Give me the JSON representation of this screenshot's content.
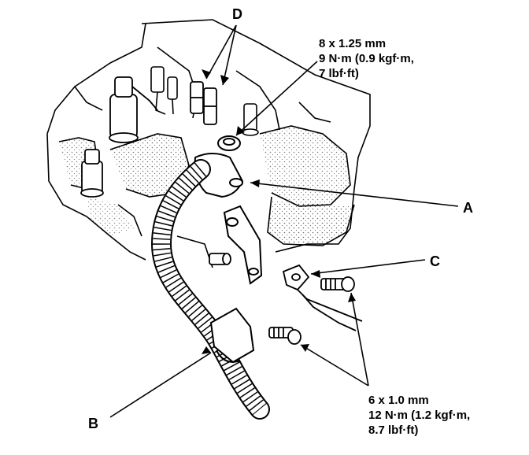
{
  "callouts": {
    "a": "A",
    "b": "B",
    "c": "C",
    "d": "D"
  },
  "spec_upper": {
    "line1": "8 x 1.25 mm",
    "line2": "9 N·m (0.9 kgf·m,",
    "line3": "7 lbf·ft)"
  },
  "spec_lower": {
    "line1": "6 x 1.0 mm",
    "line2": "12 N·m (1.2 kgf·m,",
    "line3": "8.7 lbf·ft)"
  },
  "colors": {
    "ink": "#000000",
    "background": "#ffffff"
  }
}
